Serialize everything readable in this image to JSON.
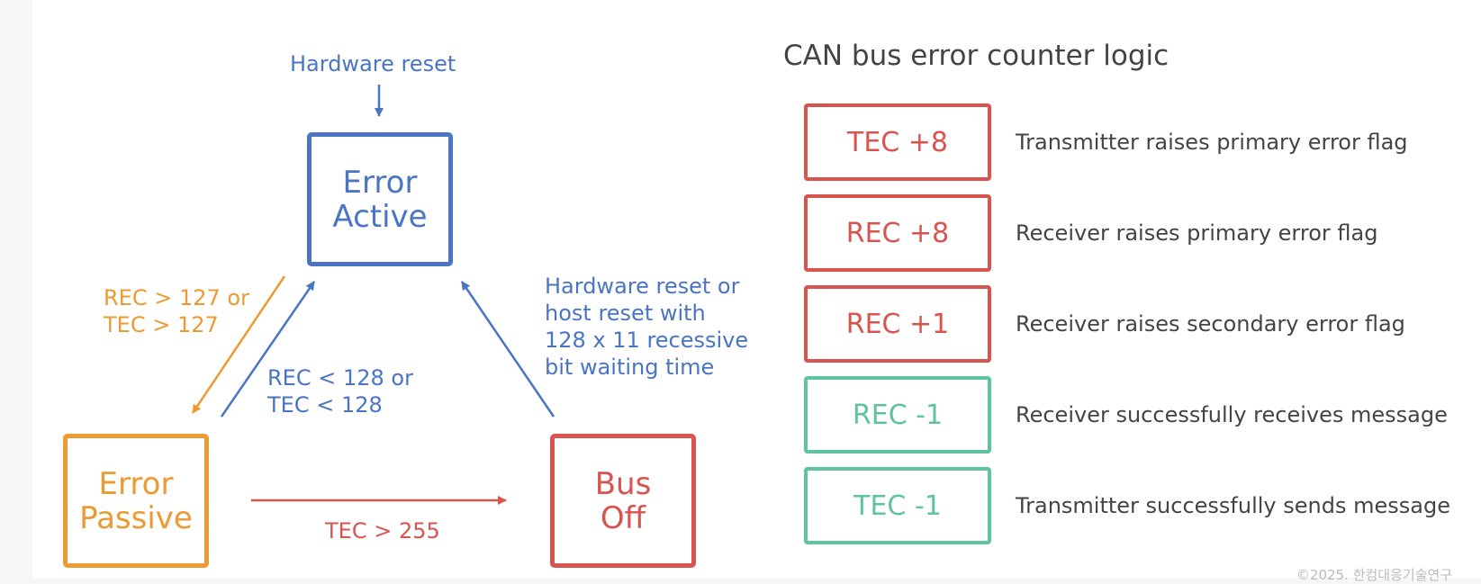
{
  "diagram": {
    "hardware_reset_label": "Hardware reset",
    "states": {
      "error_active": "Error\nActive",
      "error_passive": "Error\nPassive",
      "bus_off": "Bus\nOff"
    },
    "transitions": {
      "to_passive": "REC > 127 or\nTEC > 127",
      "to_active": "REC < 128 or\nTEC < 128",
      "to_bus_off": "TEC > 255",
      "bus_off_recovery": "Hardware reset or\nhost reset with\n128 x 11 recessive\nbit waiting time"
    },
    "colors": {
      "active": "#4a74c4",
      "passive": "#ec9a31",
      "bus_off": "#d9534f",
      "decrement": "#5ec39f"
    }
  },
  "logic": {
    "title": "CAN bus error counter logic",
    "rows": [
      {
        "label": "TEC +8",
        "description": "Transmitter raises primary error flag",
        "color": "#d9534f"
      },
      {
        "label": "REC +8",
        "description": "Receiver raises primary error flag",
        "color": "#d9534f"
      },
      {
        "label": "REC +1",
        "description": "Receiver raises secondary error flag",
        "color": "#d9534f"
      },
      {
        "label": "REC -1",
        "description": "Receiver successfully receives message",
        "color": "#5ec39f"
      },
      {
        "label": "TEC -1",
        "description": "Transmitter successfully sends message",
        "color": "#5ec39f"
      }
    ]
  },
  "footer": {
    "copyright": "©2025. 한컴대응기술연구"
  }
}
